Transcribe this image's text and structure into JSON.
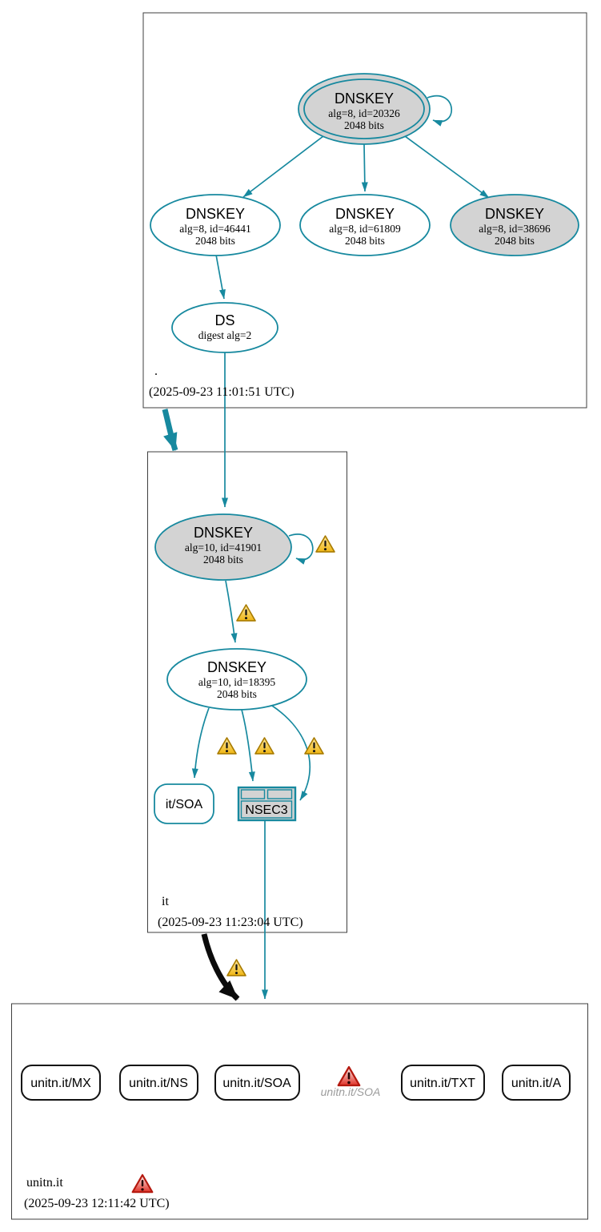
{
  "colors": {
    "secure_edge": "#17899f",
    "node_fill_gray": "#d3d3d3",
    "warning_yellow": "#f2c22e",
    "error_red": "#d32f23",
    "insecure_edge_black": "#0b0b0b"
  },
  "icons": {
    "warning_icon": "yellow-triangle-exclamation",
    "error_icon": "red-triangle-exclamation"
  },
  "zones": {
    "root": {
      "label": ".",
      "timestamp": "(2025-09-23 11:01:51 UTC)",
      "ksk": {
        "title": "DNSKEY",
        "detail1": "alg=8, id=20326",
        "detail2": "2048 bits"
      },
      "zsk1": {
        "title": "DNSKEY",
        "detail1": "alg=8, id=46441",
        "detail2": "2048 bits"
      },
      "zsk2": {
        "title": "DNSKEY",
        "detail1": "alg=8, id=61809",
        "detail2": "2048 bits"
      },
      "zsk3": {
        "title": "DNSKEY",
        "detail1": "alg=8, id=38696",
        "detail2": "2048 bits"
      },
      "ds": {
        "title": "DS",
        "detail1": "digest alg=2"
      }
    },
    "it": {
      "label": "it",
      "timestamp": "(2025-09-23 11:23:04 UTC)",
      "ksk": {
        "title": "DNSKEY",
        "detail1": "alg=10, id=41901",
        "detail2": "2048 bits"
      },
      "zsk": {
        "title": "DNSKEY",
        "detail1": "alg=10, id=18395",
        "detail2": "2048 bits"
      },
      "soa_rrset": {
        "label": "it/SOA"
      },
      "nsec3": {
        "label": "NSEC3"
      }
    },
    "unitn": {
      "label": "unitn.it",
      "timestamp": "(2025-09-23 12:11:42 UTC)",
      "rrsets": [
        {
          "label": "unitn.it/MX"
        },
        {
          "label": "unitn.it/NS"
        },
        {
          "label": "unitn.it/SOA"
        },
        {
          "label": "unitn.it/TXT"
        },
        {
          "label": "unitn.it/A"
        }
      ],
      "missing_rrset": {
        "label": "unitn.it/SOA"
      }
    }
  }
}
